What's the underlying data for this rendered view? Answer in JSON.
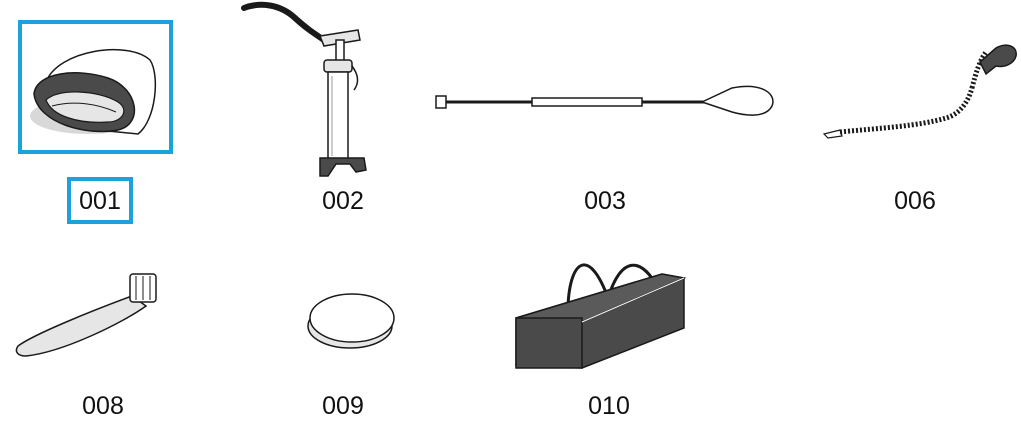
{
  "colors": {
    "selection": "#1ea0dc",
    "outline": "#1a1a1a",
    "dark_fill": "#4a4a4a",
    "light_fill": "#e6e6e6"
  },
  "selected_part": "001",
  "parts": [
    {
      "code": "001",
      "icon": "rolled-board-icon"
    },
    {
      "code": "002",
      "icon": "hand-pump-icon"
    },
    {
      "code": "003",
      "icon": "paddle-icon"
    },
    {
      "code": "006",
      "icon": "coiled-leash-icon"
    },
    {
      "code": "008",
      "icon": "fin-wrench-icon"
    },
    {
      "code": "009",
      "icon": "repair-patches-icon"
    },
    {
      "code": "010",
      "icon": "carry-bag-icon"
    }
  ]
}
